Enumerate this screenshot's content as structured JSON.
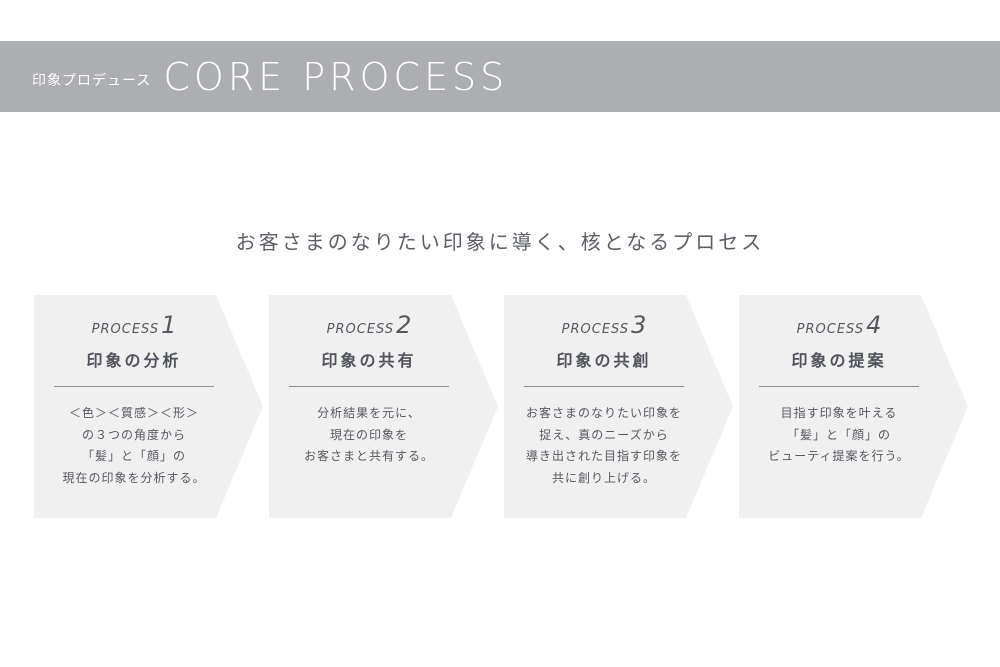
{
  "banner": {
    "subtitle": "印象プロデュース",
    "title": "CORE PROCESS"
  },
  "lead": "お客さまのなりたい印象に導く、核となるプロセス",
  "steps": [
    {
      "label": "PROCESS",
      "number": "1",
      "title": "印象の分析",
      "lines": [
        "＜色＞＜質感＞＜形＞",
        "の３つの角度から",
        "「髪」と「顔」の",
        "現在の印象を分析する。"
      ]
    },
    {
      "label": "PROCESS",
      "number": "2",
      "title": "印象の共有",
      "lines": [
        "分析結果を元に、",
        "現在の印象を",
        "お客さまと共有する。"
      ]
    },
    {
      "label": "PROCESS",
      "number": "3",
      "title": "印象の共創",
      "lines": [
        "お客さまのなりたい印象を",
        "捉え、真のニーズから",
        "導き出された目指す印象を",
        "共に創り上げる。"
      ]
    },
    {
      "label": "PROCESS",
      "number": "4",
      "title": "印象の提案",
      "lines": [
        "目指す印象を叶える",
        "「髪」と「顔」の",
        "ビューティ提案を行う。"
      ]
    }
  ],
  "colors": {
    "banner": "#adaeb2",
    "step_fill": "#f0f0f1",
    "text": "#55585f"
  }
}
